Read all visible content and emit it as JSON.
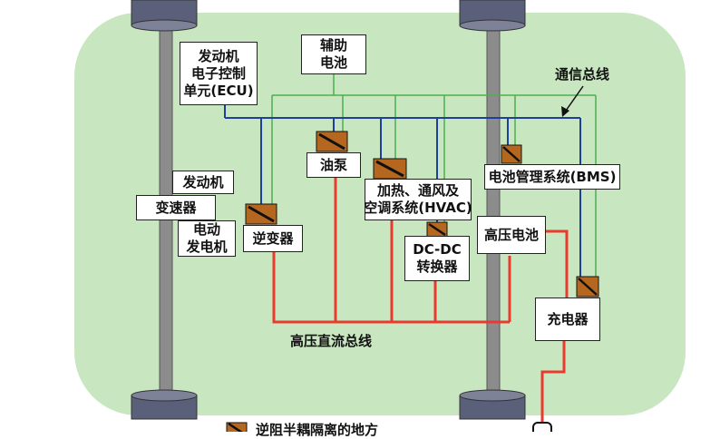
{
  "components": {
    "ecu": [
      "发动机",
      "电子控制",
      "单元(ECU)"
    ],
    "aux_battery": [
      "辅助",
      "电池"
    ],
    "engine": "发动机",
    "transmission": "变速器",
    "motor_generator": [
      "电动",
      "发电机"
    ],
    "inverter": "逆变器",
    "oil_pump": "油泵",
    "hvac": [
      "加热、通风及",
      "空调系统(HVAC)"
    ],
    "dcdc": [
      "DC-DC",
      "转换器"
    ],
    "bms": "电池管理系统(BMS)",
    "hv_battery": "高压电池",
    "charger": "充电器"
  },
  "labels": {
    "comm_bus": "通信总线",
    "hv_dc_bus": "高压直流总线",
    "legend": "逆阻半耦隔离的地方"
  },
  "colors": {
    "vehicle_bg": "#c8e6c0",
    "hv_bus": "#e83a2e",
    "comm_bus": "#1f3f9c",
    "aux_bus": "#4caf50",
    "axle": "#8c8c8c",
    "wheel": "#5a5f7a",
    "isolator_fill": "#b5661f"
  }
}
